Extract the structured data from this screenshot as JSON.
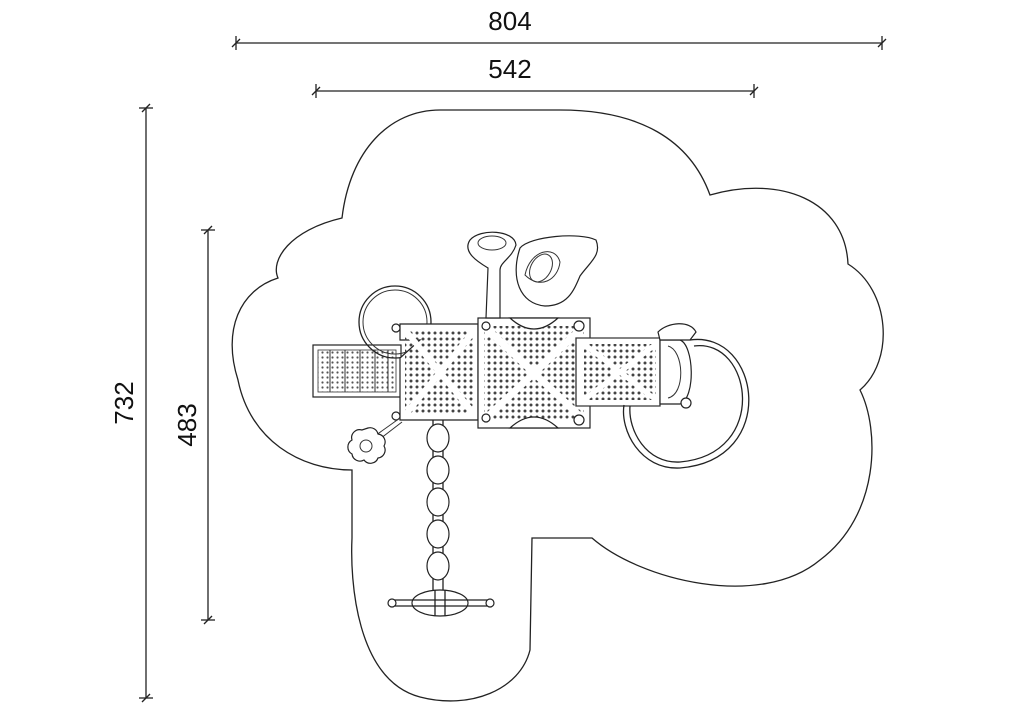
{
  "dimensions": {
    "total_width": "804",
    "inner_width": "542",
    "total_height": "732",
    "inner_height": "483"
  },
  "colors": {
    "line": "#222222",
    "mesh": "#444444",
    "background": "#ffffff"
  }
}
